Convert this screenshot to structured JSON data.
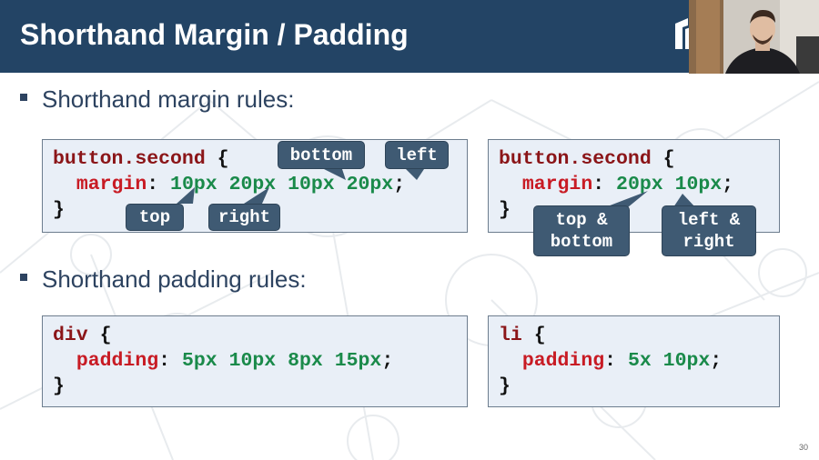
{
  "slide": {
    "title": "Shorthand Margin / Padding",
    "page_number": "30"
  },
  "section_margin": {
    "bullet": "Shorthand margin rules:",
    "example_left": {
      "selector": "button.second",
      "open_brace": "{",
      "property": "margin",
      "colon": ":",
      "values": [
        "10px",
        "20px",
        "10px",
        "20px"
      ],
      "semicolon": ";",
      "close_brace": "}",
      "callouts": {
        "top": "top",
        "right": "right",
        "bottom": "bottom",
        "left": "left"
      }
    },
    "example_right": {
      "selector": "button.second",
      "open_brace": "{",
      "property": "margin",
      "colon": ":",
      "values": [
        "20px",
        "10px"
      ],
      "semicolon": ";",
      "close_brace": "}",
      "callouts": {
        "top_bottom_1": "top &",
        "top_bottom_2": "bottom",
        "left_right_1": "left &",
        "left_right_2": "right"
      }
    }
  },
  "section_padding": {
    "bullet": "Shorthand padding rules:",
    "example_left": {
      "selector": "div",
      "open_brace": "{",
      "property": "padding",
      "colon": ":",
      "values": [
        "5px",
        "10px",
        "8px",
        "15px"
      ],
      "semicolon": ";",
      "close_brace": "}"
    },
    "example_right": {
      "selector": "li",
      "open_brace": "{",
      "property": "padding",
      "colon": ":",
      "values": [
        "5x",
        "10px"
      ],
      "semicolon": ";",
      "close_brace": "}"
    }
  },
  "colors": {
    "title_bar": "#234465",
    "code_bg": "#e9eff7",
    "selector": "#8b1518",
    "property": "#c81b24",
    "value": "#1a8a4a",
    "callout": "#3f5a73"
  },
  "icons": [
    "logo-icon",
    "bullet-square-icon",
    "webcam-overlay"
  ]
}
